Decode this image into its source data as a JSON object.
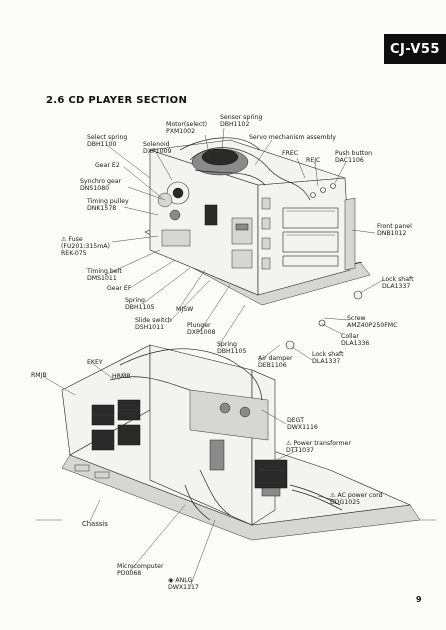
{
  "header": {
    "model": "CJ-V55",
    "section_title": "2.6 CD PLAYER SECTION"
  },
  "labels": {
    "motor": [
      "Motor(select)",
      "PXM1002"
    ],
    "sensor_spring": [
      "Sensor spring",
      "DBH1102"
    ],
    "servo_assembly": [
      "Servo mechanism assembly"
    ],
    "select_spring": [
      "Select spring",
      "DBH1100"
    ],
    "solenoid": [
      "Solenoid",
      "DXP1009"
    ],
    "frec": [
      "FREC"
    ],
    "rejc": [
      "REJC"
    ],
    "push_button": [
      "Push button",
      "DAC1106"
    ],
    "gear_e2": [
      "Gear E2"
    ],
    "synchro_gear": [
      "Synchro gear",
      "DNS1080"
    ],
    "timing_pulley": [
      "Timing pulley",
      "DNK1578"
    ],
    "fuse": [
      "⚠ Fuse",
      "(FU201:315mA)",
      "REK-075"
    ],
    "front_panel": [
      "Front panel",
      "DNB1012"
    ],
    "timing_belt": [
      "Timing belt",
      "DMS1011"
    ],
    "gear_ef": [
      "Gear EF"
    ],
    "spring_1105": [
      "Spring",
      "DBH1105"
    ],
    "mjsw": [
      "MJSW"
    ],
    "slide_switch": [
      "Slide switch",
      "DSH1011"
    ],
    "plunger": [
      "Plunger",
      "DXP1008"
    ],
    "lock_shaft_1": [
      "Lock shaft",
      "DLA1337"
    ],
    "screw": [
      "Screw",
      "AMZ40P250FMC"
    ],
    "collar": [
      "Collar",
      "DLA1336"
    ],
    "spring_1105_b": [
      "Spring",
      "DBH1105"
    ],
    "air_damper": [
      "Air damper",
      "DEB1106"
    ],
    "lock_shaft_2": [
      "Lock shaft",
      "DLA1337"
    ],
    "hrmb": [
      "HRMB"
    ],
    "ekey": [
      "EKEY"
    ],
    "rmjb": [
      "RMJB"
    ],
    "degt": [
      "DEGT",
      "DWX1116"
    ],
    "power_transformer": [
      "⚠ Power transformer",
      "DTT1037"
    ],
    "ac_power_cord": [
      "⚠ AC power cord",
      "DDG1025"
    ],
    "chassis": [
      "Chassis"
    ],
    "microcomputer": [
      "Microcomputer",
      "PD0068"
    ],
    "anlg": [
      "◉ ANLG",
      "DWX1117"
    ]
  },
  "footer": {
    "page_number": "9"
  }
}
